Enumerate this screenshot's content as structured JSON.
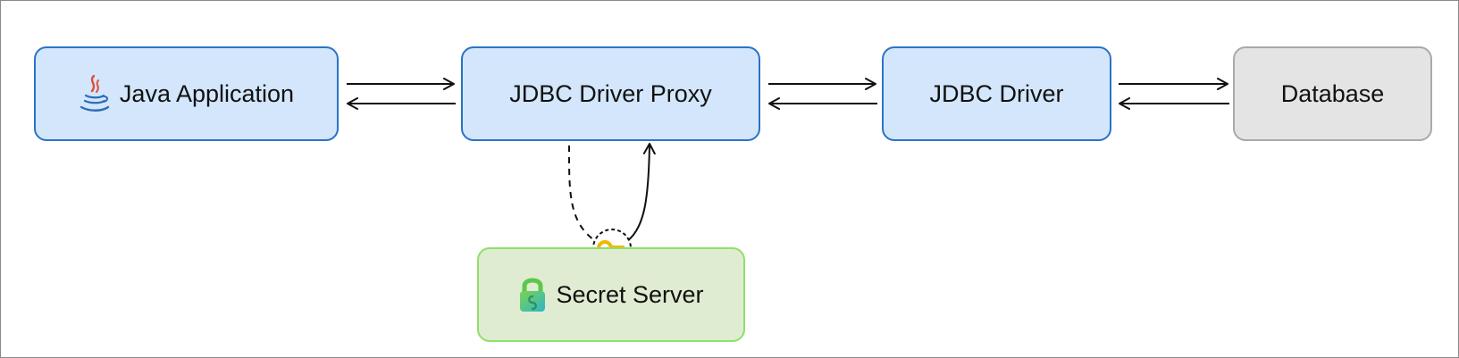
{
  "nodes": {
    "java_application": {
      "label": "Java Application",
      "icon": "java-coffee-cup-icon"
    },
    "jdbc_driver_proxy": {
      "label": "JDBC Driver Proxy"
    },
    "jdbc_driver": {
      "label": "JDBC Driver"
    },
    "database": {
      "label": "Database"
    },
    "secret_server": {
      "label": "Secret Server",
      "icon": "padlock-icon"
    }
  },
  "edges": [
    {
      "from": "Java Application",
      "to": "JDBC Driver Proxy",
      "style": "bidirectional"
    },
    {
      "from": "JDBC Driver Proxy",
      "to": "JDBC Driver",
      "style": "bidirectional"
    },
    {
      "from": "JDBC Driver",
      "to": "Database",
      "style": "bidirectional"
    },
    {
      "from": "JDBC Driver Proxy",
      "to": "Secret Server",
      "style": "dashed"
    },
    {
      "from": "Secret Server",
      "to": "JDBC Driver Proxy",
      "style": "solid-arrow",
      "icon": "key-icon"
    }
  ],
  "colors": {
    "app_fill": "#d3e6fb",
    "app_border": "#2a73c6",
    "database_fill": "#e4e4e4",
    "database_border": "#a9a9a9",
    "secret_fill": "#e0ecd2",
    "secret_border": "#8fe06a",
    "key": "#f2b705"
  }
}
